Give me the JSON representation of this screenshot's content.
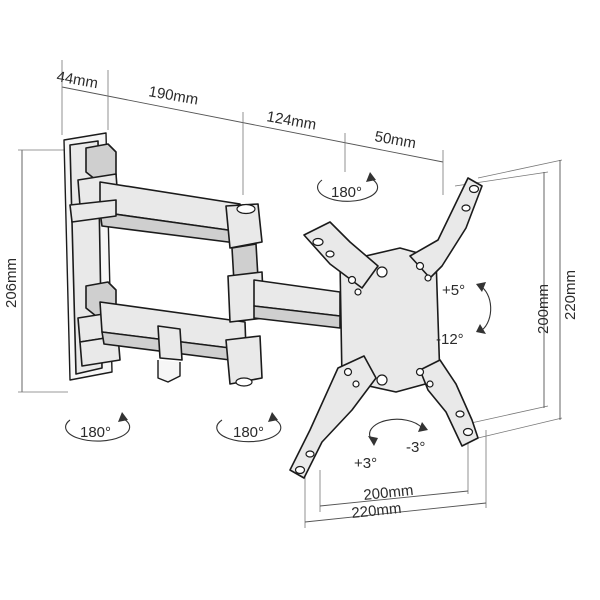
{
  "dimensions": {
    "wall_plate_depth": "44mm",
    "arm_segment_1": "190mm",
    "arm_segment_2": "124mm",
    "arm_segment_3": "50mm",
    "height": "206mm",
    "vesa_vertical_inner": "200mm",
    "vesa_vertical_outer": "220mm",
    "vesa_horizontal_inner": "200mm",
    "vesa_horizontal_outer": "220mm"
  },
  "rotations": {
    "top_swivel": "180°",
    "bottom_left_swivel": "180°",
    "bottom_mid_swivel": "180°",
    "tilt_up": "+5°",
    "tilt_down": "-12°",
    "level_plus": "+3°",
    "level_minus": "-3°"
  }
}
